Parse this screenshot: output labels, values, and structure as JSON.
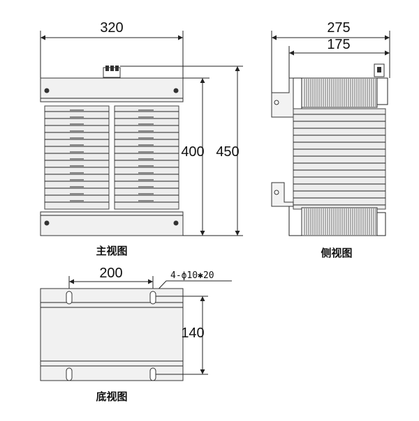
{
  "views": {
    "front": {
      "caption": "主视图",
      "width_label": "320",
      "core_height_label": "400",
      "total_height_label": "450"
    },
    "side": {
      "caption": "侧视图",
      "outer_width_label": "275",
      "inner_width_label": "175"
    },
    "bottom": {
      "caption": "底视图",
      "hole_spacing_label": "200",
      "mount_spacing_label": "140",
      "hole_spec_label": "4-ϕ10✱20"
    }
  },
  "colors": {
    "line": "#222222",
    "fill": "#efefef"
  }
}
